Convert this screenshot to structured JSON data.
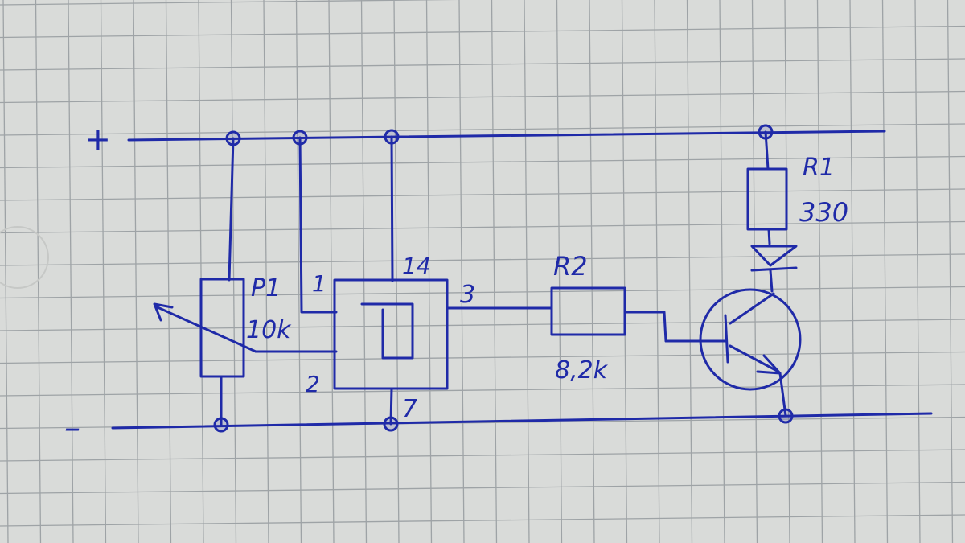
{
  "colors": {
    "ink": "#1f2aa8",
    "paper": "#d9dbd9",
    "grid": "#9ea3a6"
  },
  "rails": {
    "positive": "+",
    "negative": "–"
  },
  "potentiometer": {
    "name": "P1",
    "value": "10k"
  },
  "ic": {
    "pin_1": "1",
    "pin_2": "2",
    "pin_3": "3",
    "pin_7": "7",
    "pin_14": "14"
  },
  "resistor_r2": {
    "name": "R2",
    "value": "8,2k"
  },
  "resistor_r1": {
    "name": "R1",
    "value": "330"
  }
}
